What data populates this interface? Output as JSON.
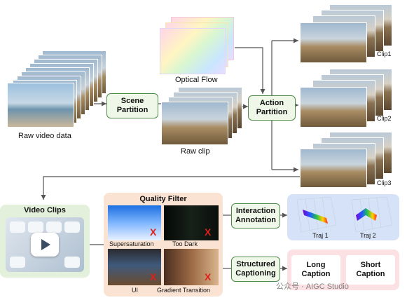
{
  "labels": {
    "raw_video": "Raw video data",
    "optical_flow": "Optical Flow",
    "raw_clip": "Raw clip",
    "clip1": "Clip1",
    "clip2": "Clip2",
    "clip3": "Clip3",
    "video_clips": "Video Clips",
    "quality_filter": "Quality Filter",
    "supersaturation": "Supersaturation",
    "too_dark": "Too Dark",
    "ui": "UI",
    "gradient_transition": "Gradient Transition",
    "traj1": "Traj 1",
    "traj2": "Traj 2",
    "watermark": "公众号 · AIGC Studio"
  },
  "boxes": {
    "scene_partition": [
      "Scene",
      "Partition"
    ],
    "action_partition": [
      "Action",
      "Partition"
    ],
    "interaction_annotation": [
      "Interaction",
      "Annotation"
    ],
    "structured_captioning": [
      "Structured",
      "Captioning"
    ],
    "long_caption": [
      "Long",
      "Caption"
    ],
    "short_caption": [
      "Short",
      "Caption"
    ]
  },
  "marks": {
    "reject": "X"
  },
  "colors": {
    "green_border": "#4f8a4a",
    "green_fill": "#eef7e8",
    "blue_panel": "#d6e2f7",
    "pink_panel": "#fbe1e3",
    "peach_panel": "#fbe3d3",
    "video_panel": "#e3f0dc",
    "arrow": "#555555"
  }
}
